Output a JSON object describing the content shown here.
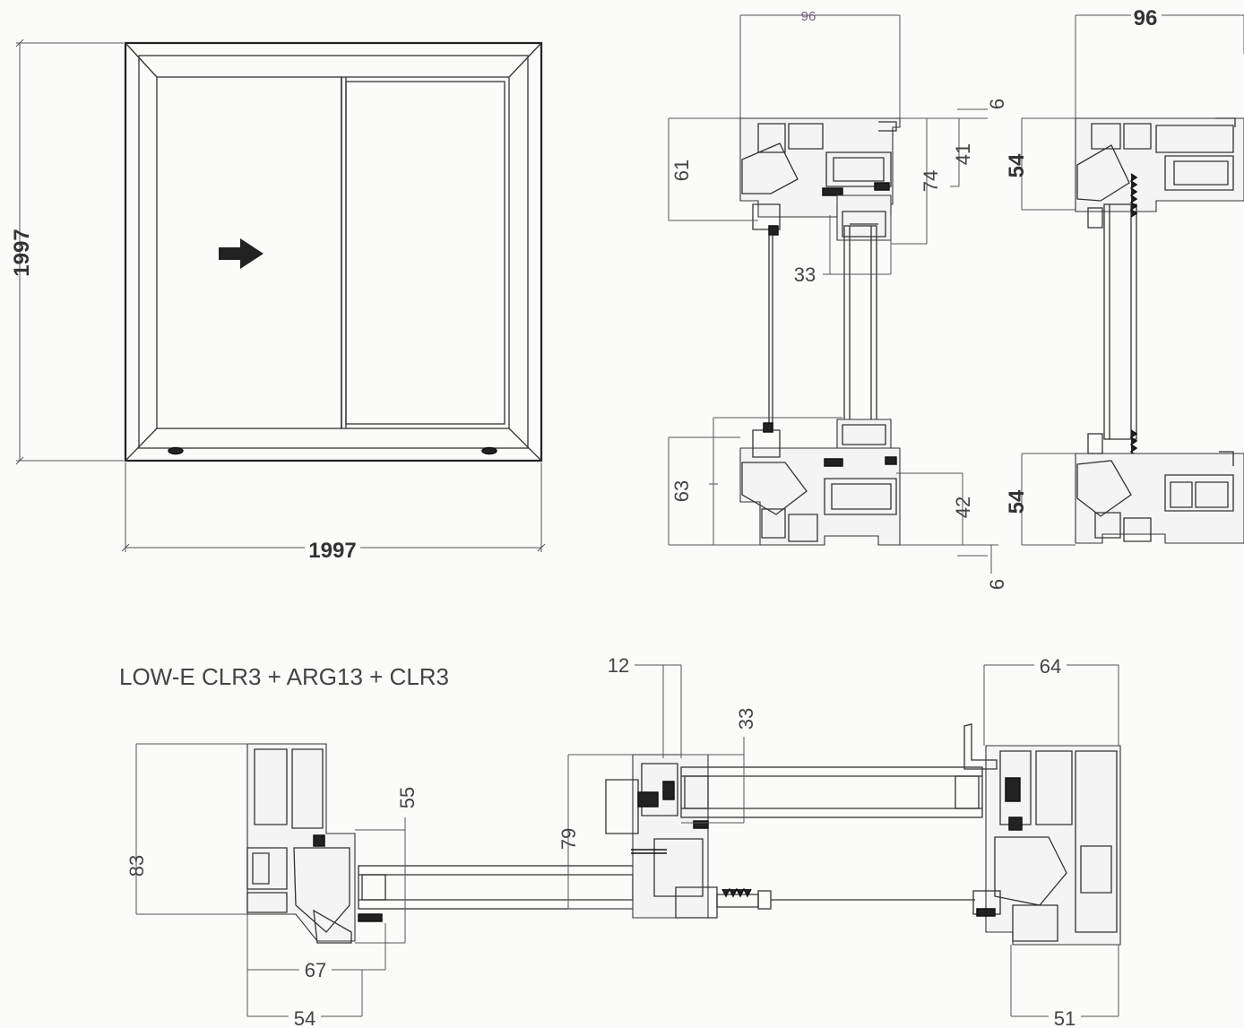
{
  "elevation": {
    "height_label": "1997",
    "width_label": "1997",
    "opening_direction": "arrow-right-icon"
  },
  "vertical_section_a": {
    "top_width": "96",
    "dims": {
      "d61": "61",
      "d74": "74",
      "d41": "41",
      "d6_top": "6",
      "d33": "33",
      "d63": "63",
      "d42": "42",
      "d6_bottom": "6"
    }
  },
  "vertical_section_b": {
    "top_width": "96",
    "dims": {
      "d54_top": "54",
      "d54_bottom": "54"
    }
  },
  "glass_spec": "LOW-E CLR3 + ARG13 + CLR3",
  "horizontal_section": {
    "dims": {
      "d83": "83",
      "d55": "55",
      "d67": "67",
      "d54": "54",
      "d12": "12",
      "d33": "33",
      "d79": "79",
      "d64": "64",
      "d51": "51"
    }
  }
}
